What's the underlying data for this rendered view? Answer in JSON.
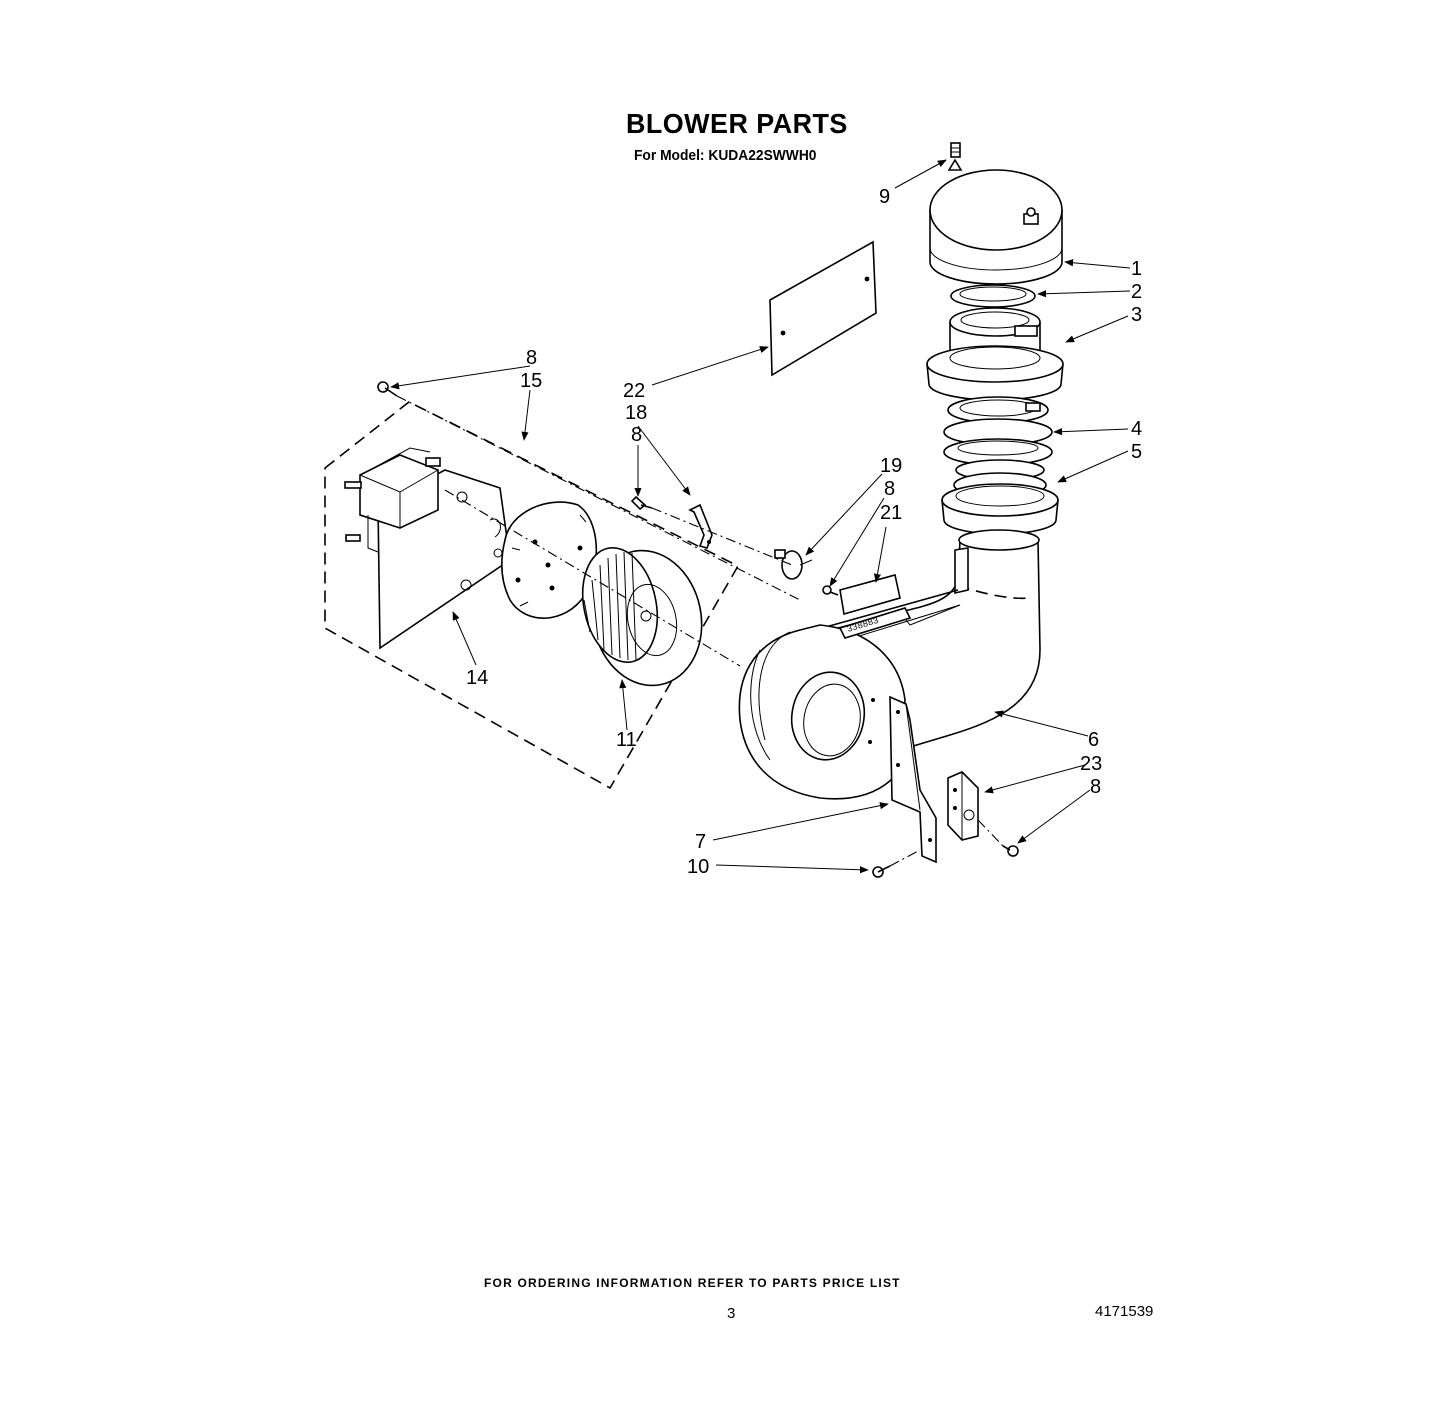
{
  "header": {
    "title": "BLOWER PARTS",
    "model_line": "For Model: KUDA22SWWH0"
  },
  "callouts": {
    "c1": "1",
    "c2": "2",
    "c3": "3",
    "c4": "4",
    "c5": "5",
    "c6": "6",
    "c7": "7",
    "c8a": "8",
    "c8b": "8",
    "c8c": "8",
    "c8d": "8",
    "c9": "9",
    "c10": "10",
    "c11": "11",
    "c14": "14",
    "c15": "15",
    "c18": "18",
    "c19": "19",
    "c21": "21",
    "c22": "22",
    "c23": "23"
  },
  "footer": {
    "ordering_note": "FOR ORDERING INFORMATION REFER TO PARTS PRICE LIST",
    "page_number": "3",
    "document_number": "4171539"
  }
}
